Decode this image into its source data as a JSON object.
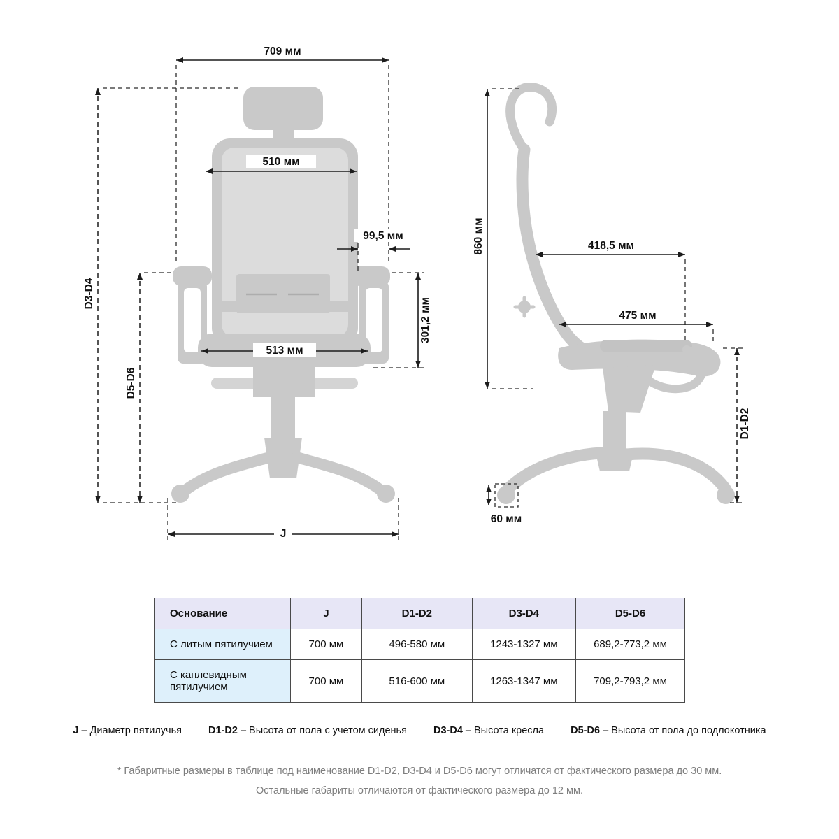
{
  "front_view": {
    "overall_width": "709 мм",
    "backrest_width": "510 мм",
    "armrest_offset": "99,5 мм",
    "seat_width": "513 мм",
    "backrest_height": "301,2 мм",
    "chair_height_label": "D3-D4",
    "armrest_height_label": "D5-D6",
    "base_diameter_label": "J"
  },
  "side_view": {
    "back_height": "860 мм",
    "upper_depth": "418,5 мм",
    "seat_depth": "475 мм",
    "seat_height_label": "D1-D2",
    "caster_size": "60 мм"
  },
  "table": {
    "headers": [
      "Основание",
      "J",
      "D1-D2",
      "D3-D4",
      "D5-D6"
    ],
    "rows": [
      {
        "base": "С литым пятилучием",
        "j": "700 мм",
        "d1d2": "496-580 мм",
        "d3d4": "1243-1327 мм",
        "d5d6": "689,2-773,2 мм"
      },
      {
        "base": "С каплевидным пятилучием",
        "j": "700 мм",
        "d1d2": "516-600 мм",
        "d3d4": "1263-1347 мм",
        "d5d6": "709,2-793,2 мм"
      }
    ]
  },
  "legend": {
    "items": [
      {
        "term": "J",
        "desc": "– Диаметр пятилучья"
      },
      {
        "term": "D1-D2",
        "desc": "– Высота от пола с учетом сиденья"
      },
      {
        "term": "D3-D4",
        "desc": "– Высота кресла"
      },
      {
        "term": "D5-D6",
        "desc": "– Высота от пола до подлокотника"
      }
    ]
  },
  "footnotes": {
    "line1": "* Габаритные размеры в таблице под наименование D1-D2, D3-D4 и D5-D6 могут отличатся от фактического размера до 30 мм.",
    "line2": "Остальные габариты отличаются от фактического размера до 12 мм."
  },
  "colors": {
    "chair_gray": "#c9c9c9",
    "chair_mesh": "#dcdcdc",
    "table_header_bg": "#e7e6f6",
    "table_rowlabel_bg": "#def0fb",
    "dimension_line": "#1c1c1c"
  }
}
